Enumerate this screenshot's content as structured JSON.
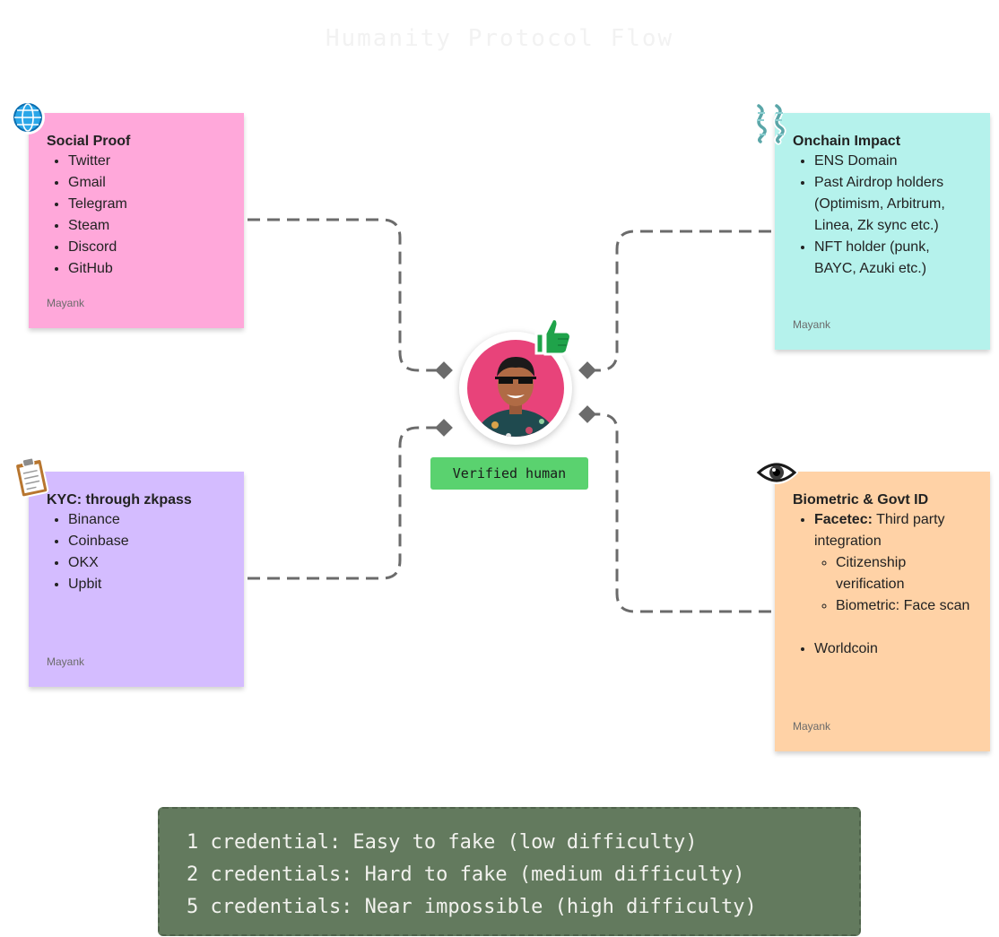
{
  "title": "Humanity Protocol Flow",
  "center": {
    "status_label": "Verified human"
  },
  "stickies": {
    "social": {
      "title": "Social Proof",
      "items": [
        "Twitter",
        "Gmail",
        "Telegram",
        "Steam",
        "Discord",
        "GitHub"
      ],
      "author": "Mayank",
      "color": "#ffa8da",
      "icon": "globe-icon"
    },
    "kyc": {
      "title": "KYC: through zkpass",
      "items": [
        "Binance",
        "Coinbase",
        "OKX",
        "Upbit"
      ],
      "author": "Mayank",
      "color": "#d4bcff",
      "icon": "clipboard-icon"
    },
    "onchain": {
      "title": "Onchain Impact",
      "items": [
        "ENS Domain",
        "Past Airdrop holders (Optimism, Arbitrum, Linea, Zk sync etc.)",
        "NFT holder (punk, BAYC, Azuki etc.)"
      ],
      "author": "Mayank",
      "color": "#b5f2ec",
      "icon": "dna-icon"
    },
    "biometric": {
      "title": "Biometric & Govt ID",
      "facetec_bold": "Facetec:",
      "facetec_rest": " Third party integration",
      "sub_items": [
        "Citizenship verification",
        "Biometric: Face scan"
      ],
      "worldcoin": "Worldcoin",
      "author": "Mayank",
      "color": "#ffd2a6",
      "icon": "eye-icon"
    }
  },
  "legend": {
    "lines": [
      "1 credential: Easy to fake (low difficulty)",
      "2 credentials: Hard to fake (medium difficulty)",
      "5 credentials: Near impossible (high difficulty)"
    ],
    "background": "#637a5e"
  }
}
